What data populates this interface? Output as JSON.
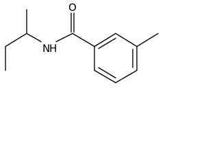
{
  "molecule": {
    "atoms": {
      "oxygen": "O",
      "nitrogen": "N",
      "hydrogen": "H"
    }
  }
}
